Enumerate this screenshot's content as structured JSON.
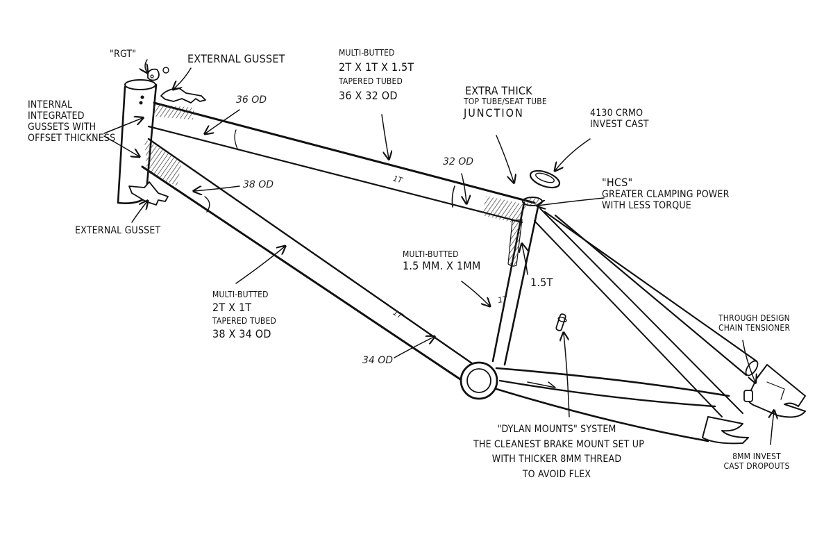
{
  "title": "BMX frame annotated sketch",
  "annotations": {
    "rgt": {
      "lines": [
        "\"RGT\""
      ]
    },
    "external_gusset_top": {
      "lines": [
        "External gusset"
      ]
    },
    "internal_gussets": {
      "lines": [
        "Internal",
        "integrated",
        "gussets with",
        "offset thickness"
      ]
    },
    "top_tube_od_front": {
      "lines": [
        "36 OD"
      ]
    },
    "top_tube_spec": {
      "lines": [
        "Multi-butted",
        "2T x 1T x 1.5T",
        "Tapered tubed",
        "36 x 32 OD"
      ]
    },
    "junction": {
      "lines": [
        "Extra thick",
        "Top tube/seat tube",
        "Junction"
      ]
    },
    "clamp_material": {
      "lines": [
        "4130 CrMo",
        "Invest cast"
      ]
    },
    "top_tube_od_rear": {
      "lines": [
        "32 OD"
      ]
    },
    "hcs": {
      "lines": [
        "\"HCS\"",
        "Greater clamping power",
        "with less torque"
      ]
    },
    "down_tube_od_front": {
      "lines": [
        "38 OD"
      ]
    },
    "external_gusset_bottom": {
      "lines": [
        "External gusset"
      ]
    },
    "seat_tube_spec": {
      "lines": [
        "Multi-butted",
        "1.5 mm. x 1mm"
      ]
    },
    "seat_tube_top_thickness": {
      "lines": [
        "1.5T"
      ]
    },
    "down_tube_spec": {
      "lines": [
        "Multi-butted",
        "2T x 1T",
        "Tapered tubed",
        "38 x 34 OD"
      ]
    },
    "down_tube_od_rear": {
      "lines": [
        "34 OD"
      ]
    },
    "chain_tensioner": {
      "lines": [
        "Through design",
        "chain tensioner"
      ]
    },
    "dylan_mounts": {
      "lines": [
        "\"Dylan Mounts\" system",
        "The cleanest brake mount set up",
        "with thicker 8mm thread",
        "to avoid flex"
      ]
    },
    "dropouts": {
      "lines": [
        "8mm invest",
        "cast dropouts"
      ]
    }
  },
  "tube_marks": {
    "top_tube": "1T",
    "down_tube": "1T",
    "seat_tube": "1T"
  },
  "ink_color": "#111111",
  "hatch_color": "#333333"
}
